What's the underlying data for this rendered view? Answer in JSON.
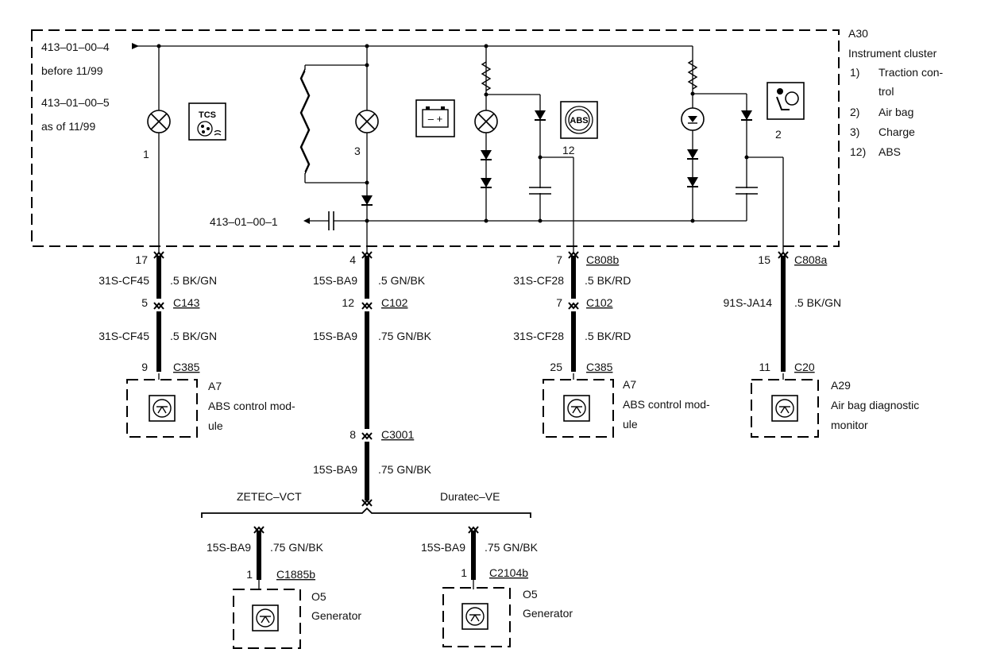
{
  "module": {
    "id": "A30",
    "name": "Instrument cluster",
    "legend": [
      {
        "num": "1)",
        "text": "Traction con-"
      },
      {
        "num": "",
        "text": "trol"
      },
      {
        "num": "2)",
        "text": "Air bag"
      },
      {
        "num": "3)",
        "text": "Charge"
      },
      {
        "num": "12)",
        "text": "ABS"
      }
    ]
  },
  "refs": {
    "ref1": "413–01–00–4",
    "ref1_note": "before 11/99",
    "ref2": "413–01–00–5",
    "ref2_note": "as of 11/99",
    "ref3": "413–01–00–1"
  },
  "lamps": {
    "tcs_num": "1",
    "tcs_label": "TCS",
    "charge_num": "3",
    "abs_num": "12",
    "abs_label": "ABS",
    "airbag_num": "2",
    "battery_label": "– +"
  },
  "wires": {
    "w1": {
      "pin_top": "17",
      "circuit_top": "31S-CF45",
      "color_top": ".5 BK/GN",
      "pin_mid": "5",
      "conn_mid": "C143",
      "circuit_bot": "31S-CF45",
      "color_bot": ".5 BK/GN",
      "pin_bot": "9",
      "conn_bot": "C385"
    },
    "w2": {
      "pin_top": "4",
      "circuit_top": "15S-BA9",
      "color_top": ".5 GN/BK",
      "pin_mid": "12",
      "conn_mid": "C102",
      "circuit_bot": "15S-BA9",
      "color_bot": ".75 GN/BK",
      "pin_c3001": "8",
      "conn_c3001": "C3001",
      "circuit_low": "15S-BA9",
      "color_low": ".75 GN/BK"
    },
    "w3": {
      "pin_top": "7",
      "conn_top": "C808b",
      "circuit_top": "31S-CF28",
      "color_top": ".5 BK/RD",
      "pin_mid": "7",
      "conn_mid": "C102",
      "circuit_bot": "31S-CF28",
      "color_bot": ".5 BK/RD",
      "pin_bot": "25",
      "conn_bot": "C385"
    },
    "w4": {
      "pin_top": "15",
      "conn_top": "C808a",
      "circuit": "91S-JA14",
      "color": ".5 BK/GN",
      "pin_bot": "11",
      "conn_bot": "C20"
    }
  },
  "components": {
    "abs1": {
      "id": "A7",
      "line1": "ABS control mod-",
      "line2": "ule"
    },
    "abs2": {
      "id": "A7",
      "line1": "ABS control mod-",
      "line2": "ule"
    },
    "airbag": {
      "id": "A29",
      "line1": "Air bag diagnostic",
      "line2": "monitor"
    },
    "gen1": {
      "id": "O5",
      "name": "Generator"
    },
    "gen2": {
      "id": "O5",
      "name": "Generator"
    }
  },
  "branches": {
    "left_label": "ZETEC–VCT",
    "right_label": "Duratec–VE",
    "left": {
      "circuit": "15S-BA9",
      "color": ".75 GN/BK",
      "pin": "1",
      "conn": "C1885b"
    },
    "right": {
      "circuit": "15S-BA9",
      "color": ".75 GN/BK",
      "pin": "1",
      "conn": "C2104b"
    }
  }
}
